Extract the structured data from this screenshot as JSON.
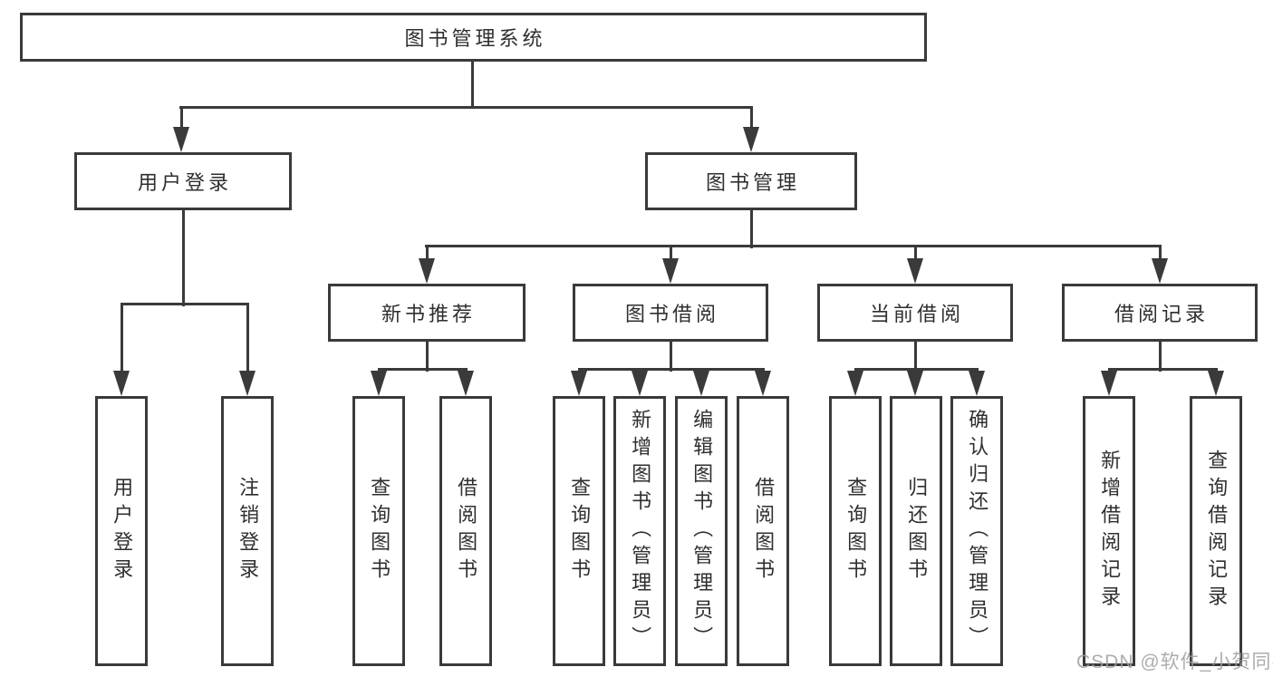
{
  "diagram": {
    "root": {
      "label": "图书管理系统"
    },
    "level2": [
      {
        "label": "用户登录"
      },
      {
        "label": "图书管理"
      }
    ],
    "level3": [
      {
        "label": "新书推荐"
      },
      {
        "label": "图书借阅"
      },
      {
        "label": "当前借阅"
      },
      {
        "label": "借阅记录"
      }
    ],
    "leaves": {
      "login": [
        "用户登录",
        "注销登录"
      ],
      "recommend": [
        "查询图书",
        "借阅图书"
      ],
      "borrow": [
        "查询图书",
        "新增图书（管理员）",
        "编辑图书（管理员）",
        "借阅图书"
      ],
      "current": [
        "查询图书",
        "归还图书",
        "确认归还（管理员）"
      ],
      "records": [
        "新增借阅记录",
        "查询借阅记录"
      ]
    }
  },
  "watermark": {
    "text": "CSDN @软件_小贺同学"
  },
  "colors": {
    "line": "#3a3a3a",
    "text": "#2f2f2f",
    "watermark": "#9e9e9e",
    "background": "#ffffff",
    "box_fill": "#ffffff"
  }
}
